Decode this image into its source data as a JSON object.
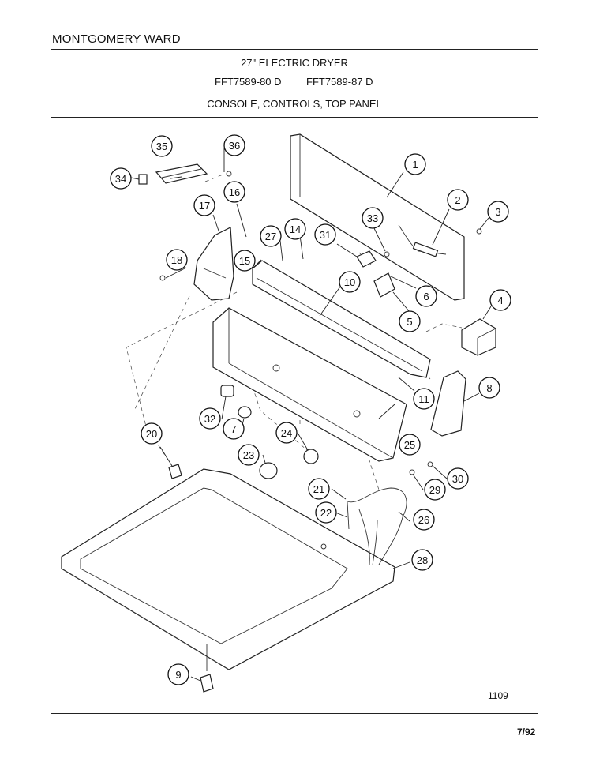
{
  "header": {
    "brand": "MONTGOMERY WARD",
    "title": "27\" ELECTRIC DRYER",
    "model_1": "FFT7589-80 D",
    "model_2": "FFT7589-87 D",
    "section": "CONSOLE, CONTROLS, TOP PANEL"
  },
  "footer": {
    "figure_number": "1109",
    "date": "7/92"
  },
  "callouts": [
    "1",
    "2",
    "3",
    "4",
    "5",
    "6",
    "7",
    "8",
    "9",
    "10",
    "11",
    "14",
    "15",
    "16",
    "17",
    "18",
    "20",
    "21",
    "22",
    "23",
    "24",
    "25",
    "26",
    "27",
    "28",
    "29",
    "30",
    "31",
    "32",
    "33",
    "34",
    "35",
    "36"
  ]
}
